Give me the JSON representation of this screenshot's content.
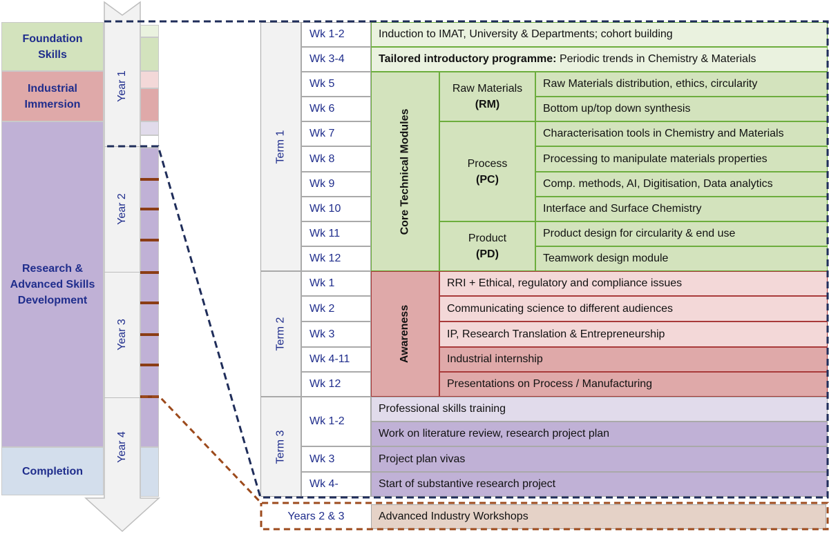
{
  "phases": {
    "foundation": "Foundation\nSkills",
    "industrial": "Industrial\nImmersion",
    "research": "Research &\nAdvanced Skills\nDevelopment",
    "completion": "Completion"
  },
  "years": [
    "Year 1",
    "Year 2",
    "Year 3",
    "Year 4"
  ],
  "terms": [
    "Term 1",
    "Term 2",
    "Term 3"
  ],
  "term1": {
    "weeks": [
      "Wk 1-2",
      "Wk 3-4",
      "Wk 5",
      "Wk 6",
      "Wk 7",
      "Wk 8",
      "Wk 9",
      "Wk 10",
      "Wk 11",
      "Wk 12"
    ],
    "induction": "Induction to IMAT, University & Departments; cohort building",
    "tailored_bold": "Tailored introductory programme:",
    "tailored_rest": " Periodic trends in Chemistry & Materials",
    "module_title": "Core Technical Modules",
    "rm_label": "Raw Materials",
    "rm_abbr": "(RM)",
    "pc_label": "Process",
    "pc_abbr": "(PC)",
    "pd_label": "Product",
    "pd_abbr": "(PD)",
    "topics": [
      "Raw Materials distribution, ethics, circularity",
      "Bottom up/top down synthesis",
      "Characterisation tools in Chemistry and Materials",
      "Processing to manipulate materials properties",
      "Comp. methods, AI, Digitisation, Data analytics",
      "Interface and Surface Chemistry",
      "Product design for circularity & end use",
      "Teamwork design module"
    ]
  },
  "term2": {
    "weeks": [
      "Wk 1",
      "Wk 2",
      "Wk 3",
      "Wk 4-11",
      "Wk 12"
    ],
    "module_title": "Awareness",
    "topics": [
      "RRI + Ethical, regulatory and compliance issues",
      "Communicating science to different audiences",
      "IP, Research Translation & Entrepreneurship",
      "Industrial internship",
      "Presentations on Process / Manufacturing"
    ]
  },
  "term3": {
    "weeks": [
      "Wk 1-2",
      "Wk 3",
      "Wk 4-"
    ],
    "topics": [
      "Professional skills training",
      "Work on literature review, research project plan",
      "Project plan vivas",
      "Start of substantive research project"
    ]
  },
  "workshops": {
    "label": "Years 2 & 3",
    "text": "Advanced Industry Workshops"
  },
  "colors": {
    "navy": "#1f2d8c",
    "green_light": "#eaf2df",
    "green": "#d3e3bd",
    "red_light": "#f3d8d8",
    "red": "#dfa9a9",
    "purple_light": "#e1dbeb",
    "purple": "#c0b1d6",
    "tan": "#e5d2c7",
    "brown": "#8b3d15"
  }
}
